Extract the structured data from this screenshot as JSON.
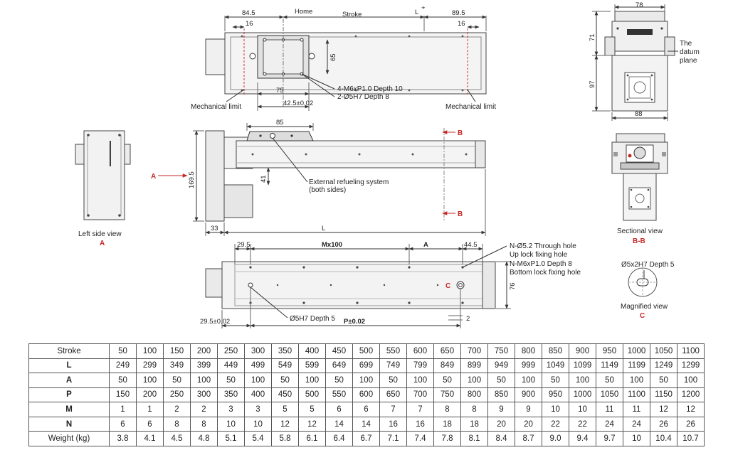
{
  "top_view": {
    "dims": {
      "d84_5": "84.5",
      "home": "Home",
      "stroke": "Stroke",
      "l_plus": "L",
      "plus": "+",
      "d89_5": "89.5",
      "d16_left": "16",
      "d16_right": "16",
      "d65": "65",
      "d75": "75",
      "d42_5": "42.5±0.02"
    },
    "notes": {
      "hole1": "4-M6xP1.0 Depth 10",
      "hole2": "2-Ø5H7 Depth 8",
      "mech_left": "Mechanical limit",
      "mech_right": "Mechanical limit"
    }
  },
  "side_view": {
    "dims": {
      "d85": "85",
      "d169_5": "169.5",
      "d41": "41",
      "d33": "33",
      "L": "L"
    },
    "notes": {
      "refuel1": "External refueling system",
      "refuel2": "(both sides)"
    },
    "markers": {
      "a": "A",
      "b_top": "B",
      "b_bottom": "B"
    }
  },
  "bottom_view": {
    "dims": {
      "d29_5": "29.5",
      "mx100": "Mx100",
      "A": "A",
      "d44_5": "44.5",
      "d76": "76",
      "d29_5_tol": "29.5±0.02",
      "p_tol": "P±0.02",
      "d2": "2"
    },
    "notes": {
      "n1": "N-Ø5.2 Through hole",
      "n2": "Up lock fixing hole",
      "n3": "N-M6xP1.0 Depth 8",
      "n4": "Bottom lock fixing hole",
      "pin": "Ø5H7 Depth 5"
    },
    "markers": {
      "c": "C"
    }
  },
  "left_side": {
    "caption": "Left side view",
    "marker": "A"
  },
  "end_view": {
    "dims": {
      "d78": "78",
      "d71": "71",
      "d97": "97",
      "d88": "88"
    },
    "notes": {
      "datum1": "The",
      "datum2": "datum",
      "datum3": "plane"
    }
  },
  "section": {
    "caption": "Sectional view",
    "marker": "B-B"
  },
  "magnified": {
    "note": "Ø5x2H7 Depth 5",
    "caption": "Magnified view",
    "marker": "C"
  },
  "table": {
    "rows": [
      {
        "label": "Stroke",
        "bold": false,
        "values": [
          "50",
          "100",
          "150",
          "200",
          "250",
          "300",
          "350",
          "400",
          "450",
          "500",
          "550",
          "600",
          "650",
          "700",
          "750",
          "800",
          "850",
          "900",
          "950",
          "1000",
          "1050",
          "1100"
        ]
      },
      {
        "label": "L",
        "bold": true,
        "values": [
          "249",
          "299",
          "349",
          "399",
          "449",
          "499",
          "549",
          "599",
          "649",
          "699",
          "749",
          "799",
          "849",
          "899",
          "949",
          "999",
          "1049",
          "1099",
          "1149",
          "1199",
          "1249",
          "1299"
        ]
      },
      {
        "label": "A",
        "bold": true,
        "values": [
          "50",
          "100",
          "50",
          "100",
          "50",
          "100",
          "50",
          "100",
          "50",
          "100",
          "50",
          "100",
          "50",
          "100",
          "50",
          "100",
          "50",
          "100",
          "50",
          "100",
          "50",
          "100"
        ]
      },
      {
        "label": "P",
        "bold": true,
        "values": [
          "150",
          "200",
          "250",
          "300",
          "350",
          "400",
          "450",
          "500",
          "550",
          "600",
          "650",
          "700",
          "750",
          "800",
          "850",
          "900",
          "950",
          "1000",
          "1050",
          "1100",
          "1150",
          "1200"
        ]
      },
      {
        "label": "M",
        "bold": true,
        "values": [
          "1",
          "1",
          "2",
          "2",
          "3",
          "3",
          "5",
          "5",
          "6",
          "6",
          "7",
          "7",
          "8",
          "8",
          "9",
          "9",
          "10",
          "10",
          "11",
          "11",
          "12",
          "12"
        ]
      },
      {
        "label": "N",
        "bold": true,
        "values": [
          "6",
          "6",
          "8",
          "8",
          "10",
          "10",
          "12",
          "12",
          "14",
          "14",
          "16",
          "16",
          "18",
          "18",
          "20",
          "20",
          "22",
          "22",
          "24",
          "24",
          "26",
          "26"
        ]
      },
      {
        "label": "Weight (kg)",
        "bold": false,
        "values": [
          "3.8",
          "4.1",
          "4.5",
          "4.8",
          "5.1",
          "5.4",
          "5.8",
          "6.1",
          "6.4",
          "6.7",
          "7.1",
          "7.4",
          "7.8",
          "8.1",
          "8.4",
          "8.7",
          "9.0",
          "9.4",
          "9.7",
          "10",
          "10.4",
          "10.7"
        ]
      }
    ]
  }
}
